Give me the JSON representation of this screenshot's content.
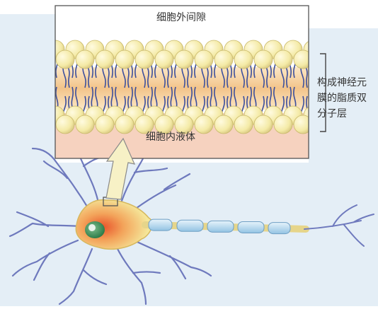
{
  "labels": {
    "extracellular": "细胞外间隙",
    "intracellular": "细胞内液体",
    "bilayer_lines": [
      "构成神经元",
      "膜的脂质双",
      "分子层"
    ]
  },
  "colors": {
    "background_blue": "#e4eef6",
    "panel_bg": "#ffffff",
    "intracellular_tint": "#f6d2bf",
    "lipid_head": "#f6eeb0",
    "lipid_head_outline": "#c9b96a",
    "lipid_tail": "#3c4f9c",
    "interior_orange": "#f3c48a",
    "neuron_body": "#f5e79a",
    "neuron_outline": "#d7b85e",
    "dendrite": "#6e79bd",
    "myelin": "#bfdcf0",
    "nucleus": "#2f7d4a",
    "soma_glow": "#e8542b"
  },
  "icons": [
    "up-arrow-icon",
    "magnify-box-icon"
  ]
}
